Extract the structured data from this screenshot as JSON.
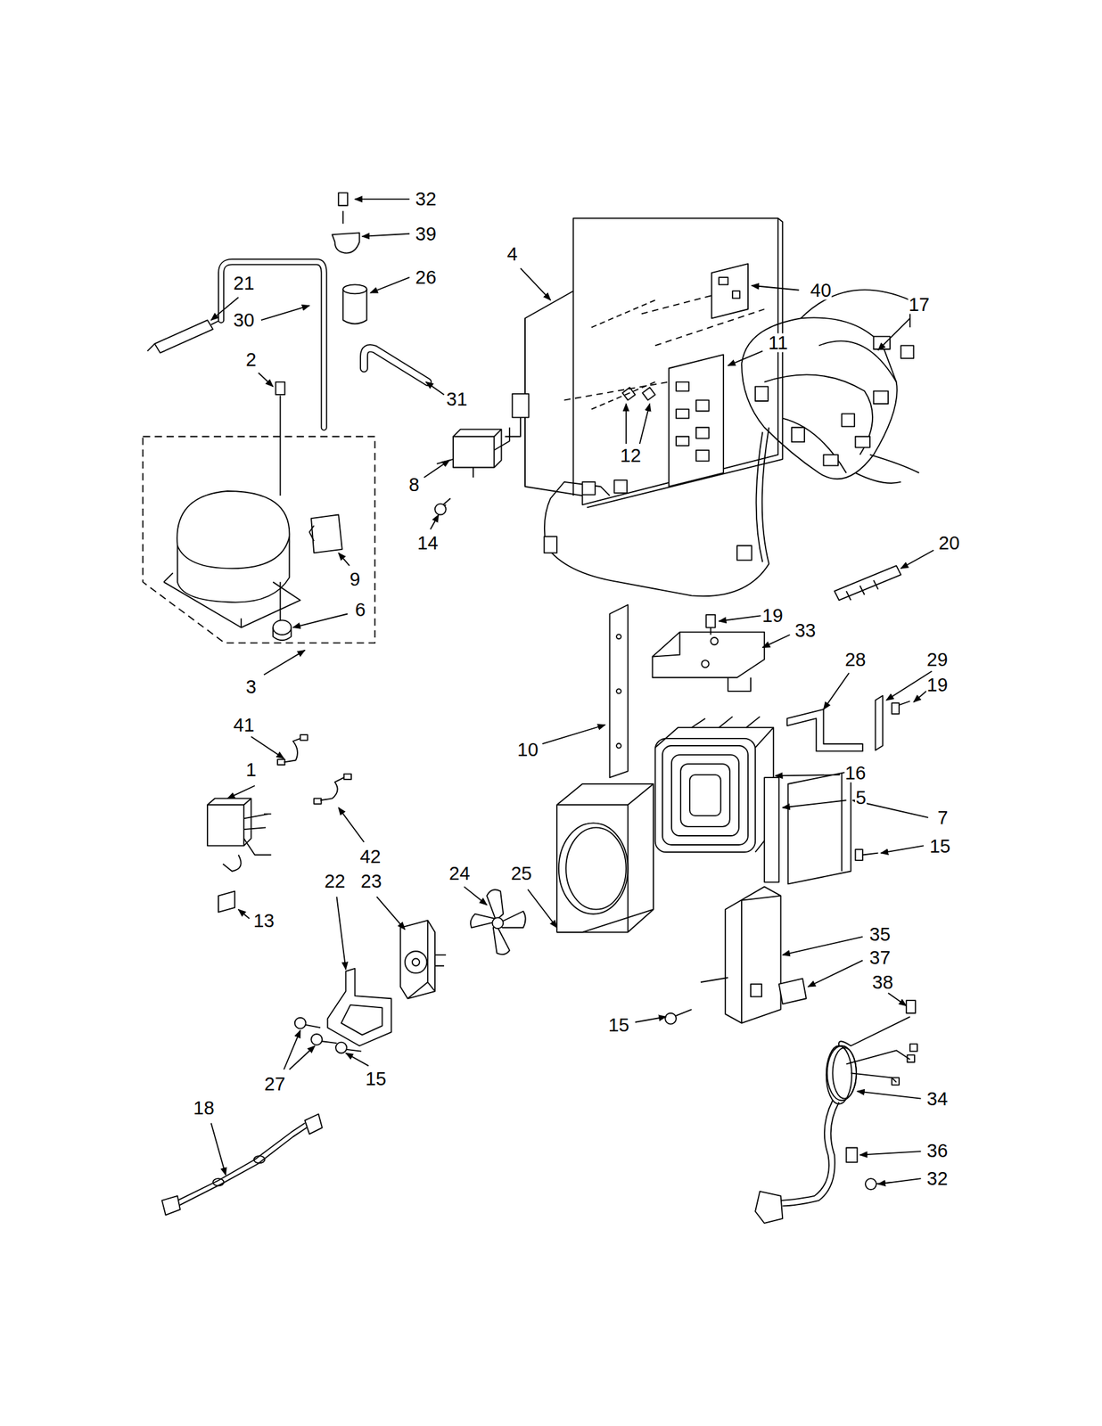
{
  "diagram": {
    "labels": [
      "32",
      "39",
      "21",
      "26",
      "4",
      "40",
      "17",
      "30",
      "11",
      "2",
      "31",
      "12",
      "8",
      "14",
      "20",
      "9",
      "6",
      "19",
      "33",
      "3",
      "28",
      "29",
      "19",
      "41",
      "10",
      "1",
      "16",
      "5",
      "7",
      "15",
      "42",
      "25",
      "23",
      "22",
      "24",
      "13",
      "35",
      "37",
      "38",
      "15",
      "27",
      "15",
      "18",
      "34",
      "36",
      "32"
    ]
  }
}
